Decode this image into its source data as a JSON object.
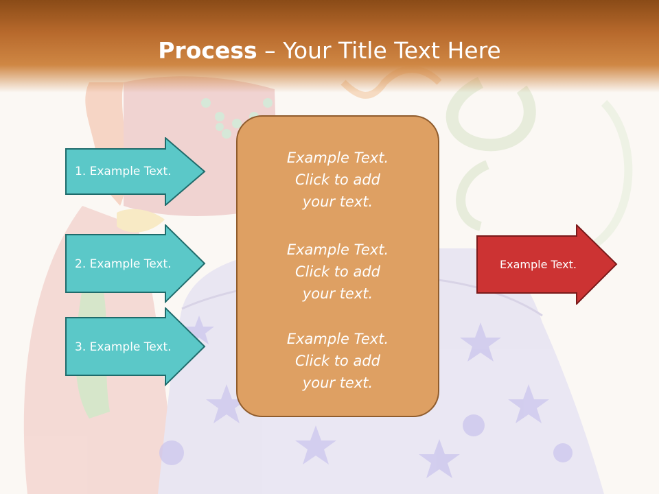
{
  "title": {
    "bold": "Process",
    "rest": " – Your Title Text Here"
  },
  "steps": [
    {
      "label": "1. Example Text."
    },
    {
      "label": "2. Example Text."
    },
    {
      "label": "3. Example Text."
    }
  ],
  "center_blocks": [
    {
      "line1": "Example Text.",
      "line2": "Click  to add",
      "line3": "your text."
    },
    {
      "line1": "Example Text.",
      "line2": "Click  to add",
      "line3": "your text."
    },
    {
      "line1": "Example Text.",
      "line2": "Click  to add",
      "line3": "your text."
    }
  ],
  "output": {
    "label": "Example Text."
  },
  "colors": {
    "header": "#b7692c",
    "step_arrow_fill": "#5bc8c8",
    "step_arrow_stroke": "#1f6b6b",
    "center_box_fill": "#dea063",
    "center_box_stroke": "#8f5c2d",
    "output_arrow_fill": "#cc3333",
    "output_arrow_stroke": "#7a1a1a"
  }
}
